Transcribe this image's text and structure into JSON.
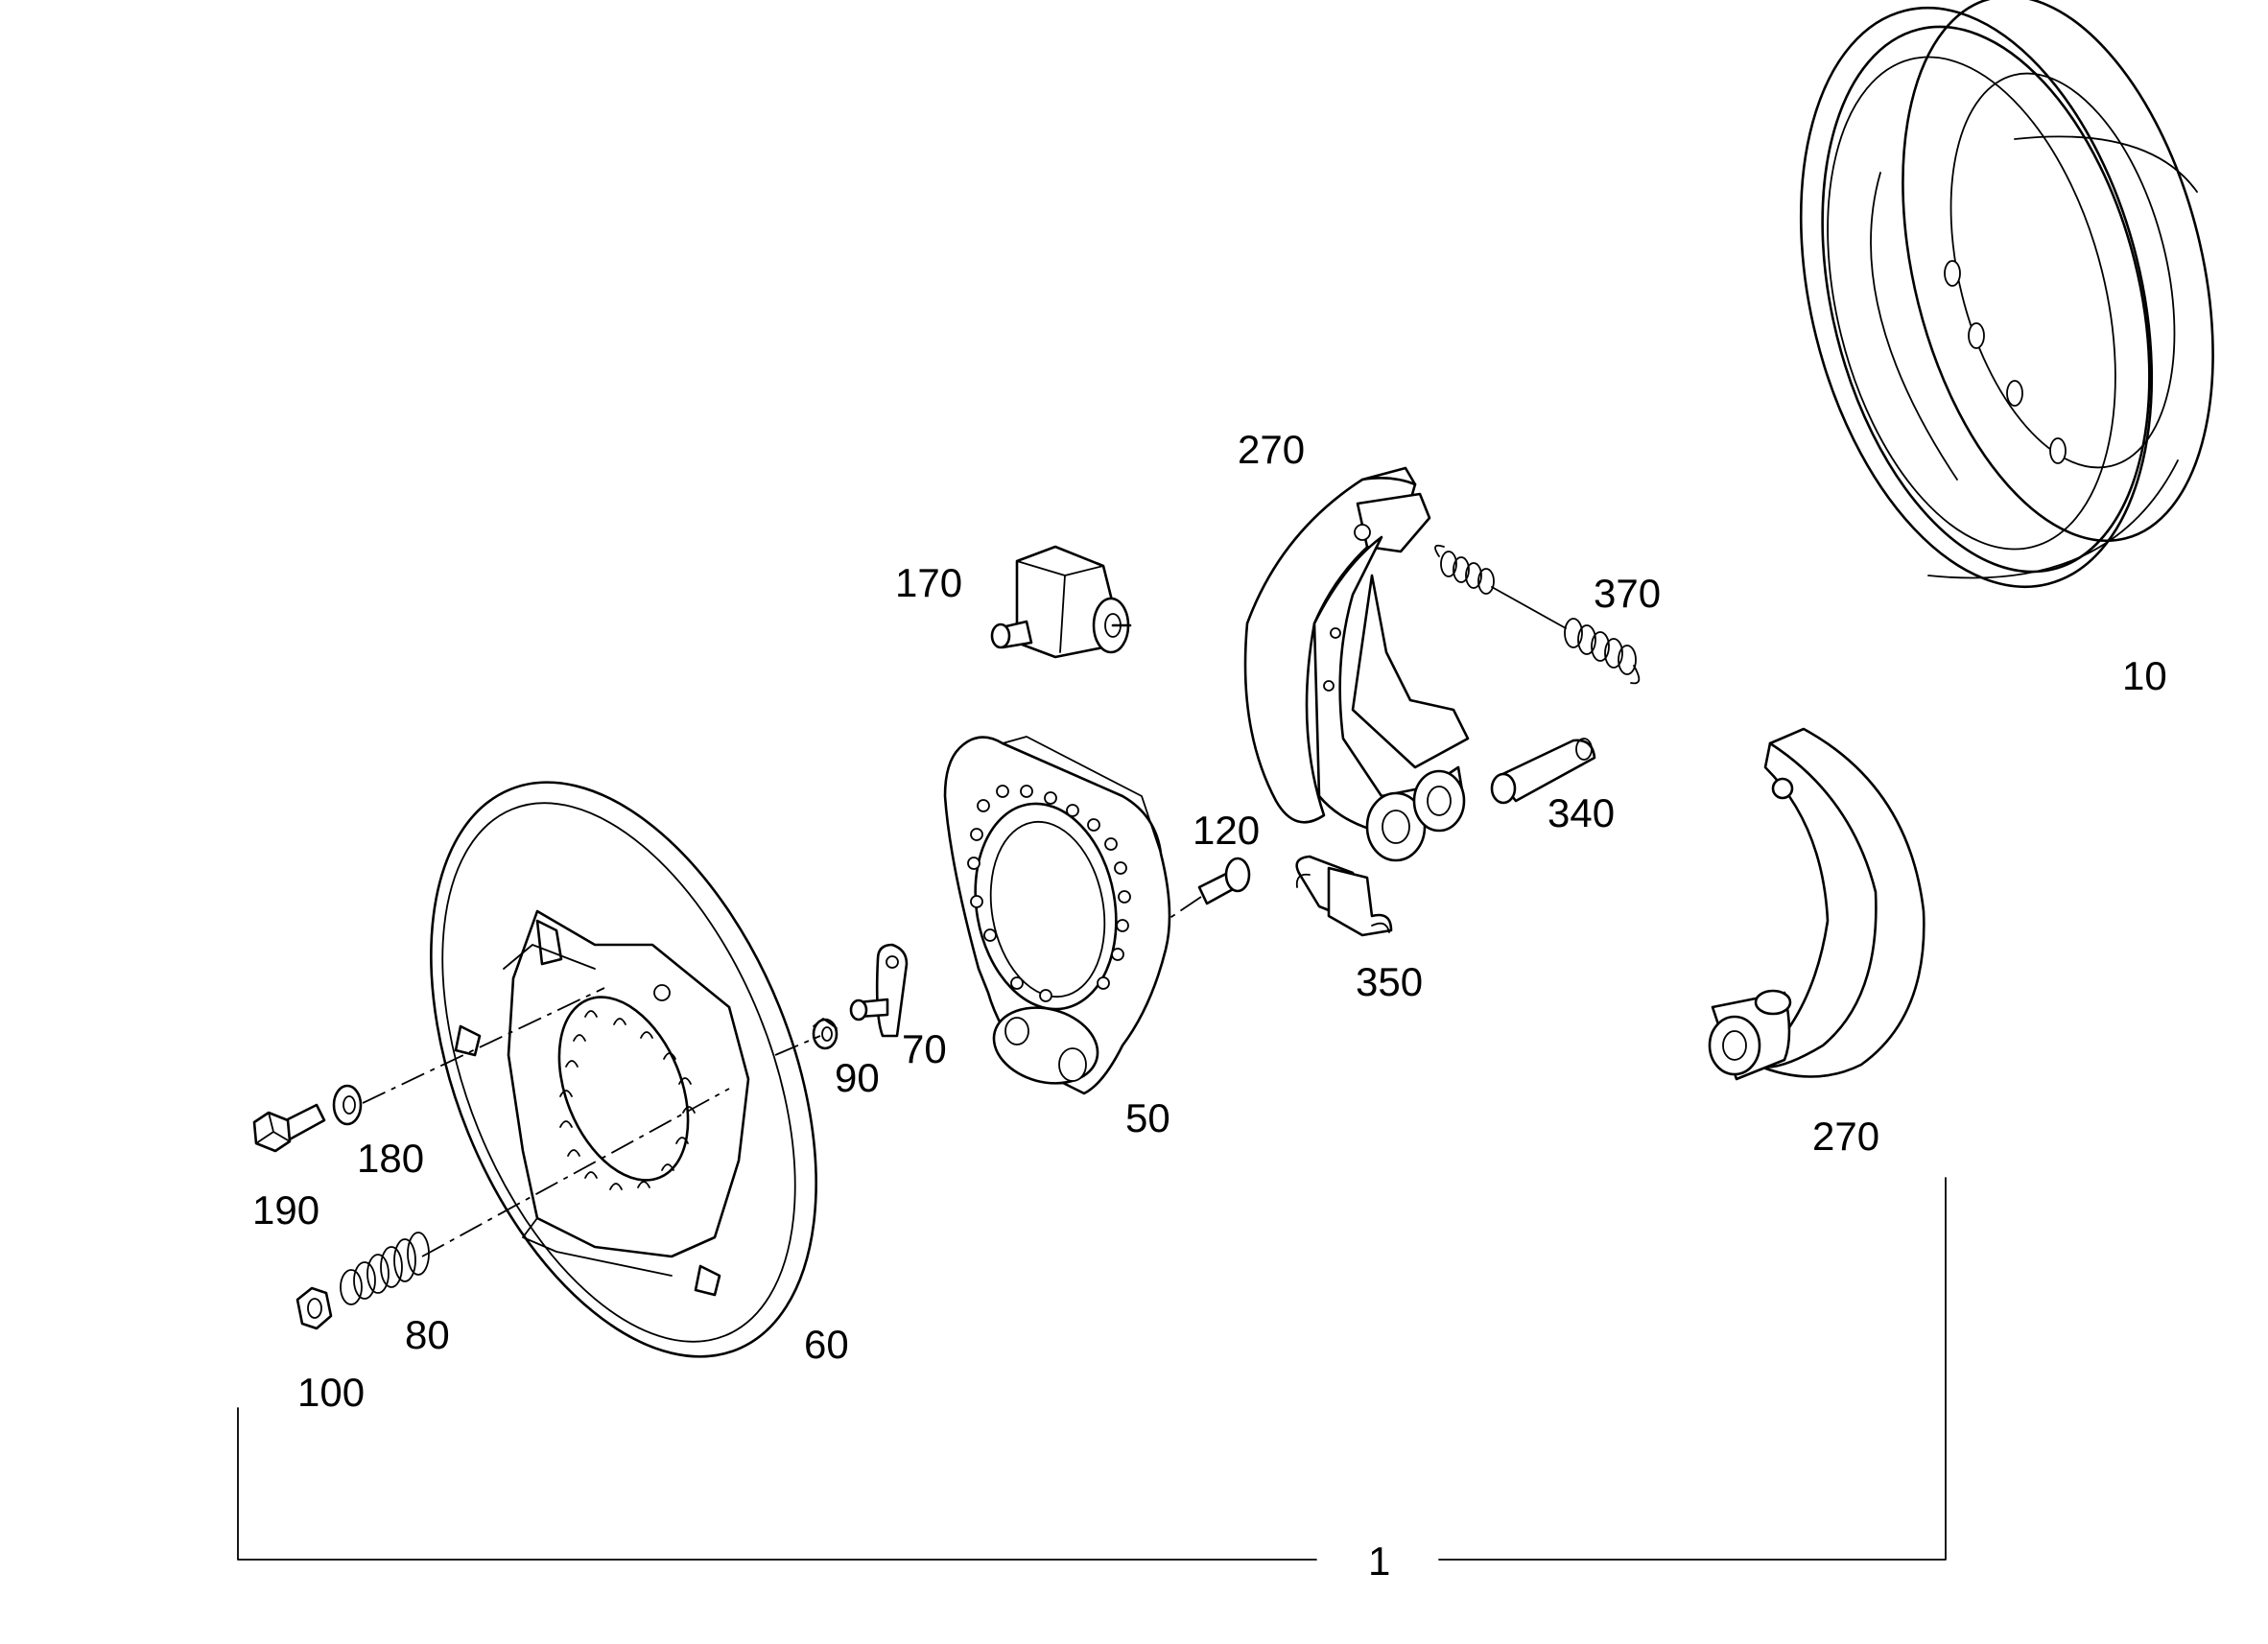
{
  "callouts": {
    "assembly": "1",
    "drum": "10",
    "carrier_plate": "50",
    "backing_plate": "60",
    "bracket": "70",
    "spring": "80",
    "washer_small": "90",
    "nut": "100",
    "screw": "120",
    "wheel_cylinder": "170",
    "washer": "180",
    "bolt": "190",
    "shoe_upper": "270",
    "shoe_lower": "270",
    "pin": "340",
    "clip": "350",
    "return_spring": "370"
  }
}
